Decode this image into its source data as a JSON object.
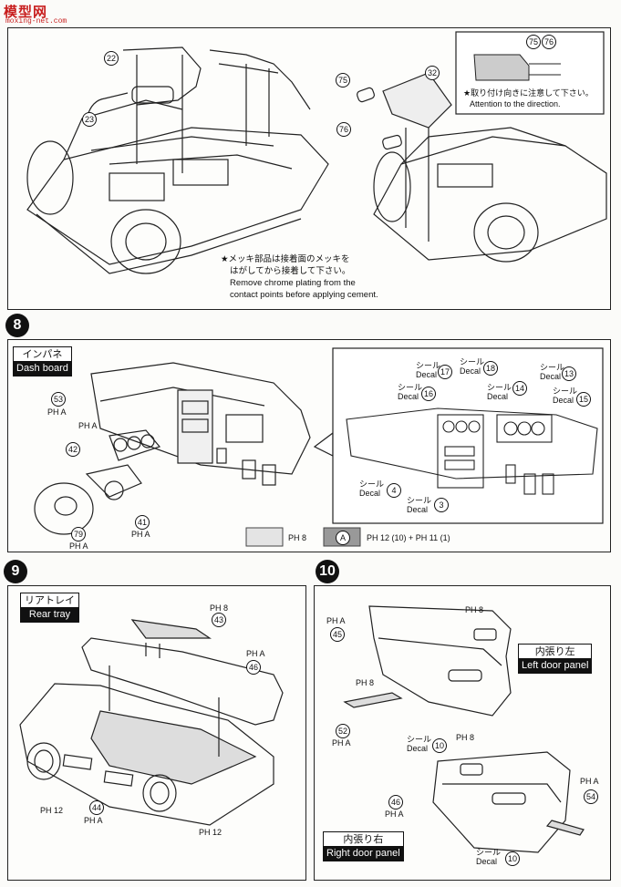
{
  "watermark": {
    "logo": "模型网",
    "sub": "moxing-net.com"
  },
  "step7": {
    "parts": {
      "p22": "22",
      "p23": "23",
      "p32": "32",
      "p75": "75",
      "p76": "76",
      "p75b": "75",
      "p76b": "76"
    },
    "inset_jp": "★取り付け向きに注意して下さい。",
    "inset_en": "Attention to the direction.",
    "chrome_jp1": "★メッキ部品は接着面のメッキを",
    "chrome_jp2": "はがしてから接着して下さい。",
    "chrome_en1": "Remove chrome plating from the",
    "chrome_en2": "contact points before applying cement."
  },
  "step8": {
    "number": "8",
    "title_jp": "インパネ",
    "title_en": "Dash board",
    "parts": {
      "p53": "53",
      "p42": "42",
      "p79": "79",
      "p41": "41",
      "p17": "17",
      "p18": "18",
      "p16": "16",
      "p14": "14",
      "p13": "13",
      "p15": "15",
      "p4": "4",
      "p3": "3"
    },
    "color_ph": "PH",
    "color_a": "A",
    "color_8": "8",
    "decal_jp": "シール",
    "decal_en": "Decal",
    "legend_a_mix": "PH 12 (10) + PH 11 (1)"
  },
  "step9": {
    "number": "9",
    "title_jp": "リアトレイ",
    "title_en": "Rear tray",
    "parts": {
      "p43": "43",
      "p46": "46",
      "p44": "44"
    },
    "ph8": "PH 8",
    "pha": "PH A",
    "ph12": "PH 12"
  },
  "step10": {
    "number": "10",
    "left_jp": "内張り左",
    "left_en": "Left door panel",
    "right_jp": "内張り右",
    "right_en": "Right door panel",
    "parts": {
      "p45": "45",
      "p52": "52",
      "p46": "46",
      "p54": "54",
      "p10": "10",
      "p10b": "10"
    },
    "ph8": "PH 8",
    "pha": "PH A"
  }
}
